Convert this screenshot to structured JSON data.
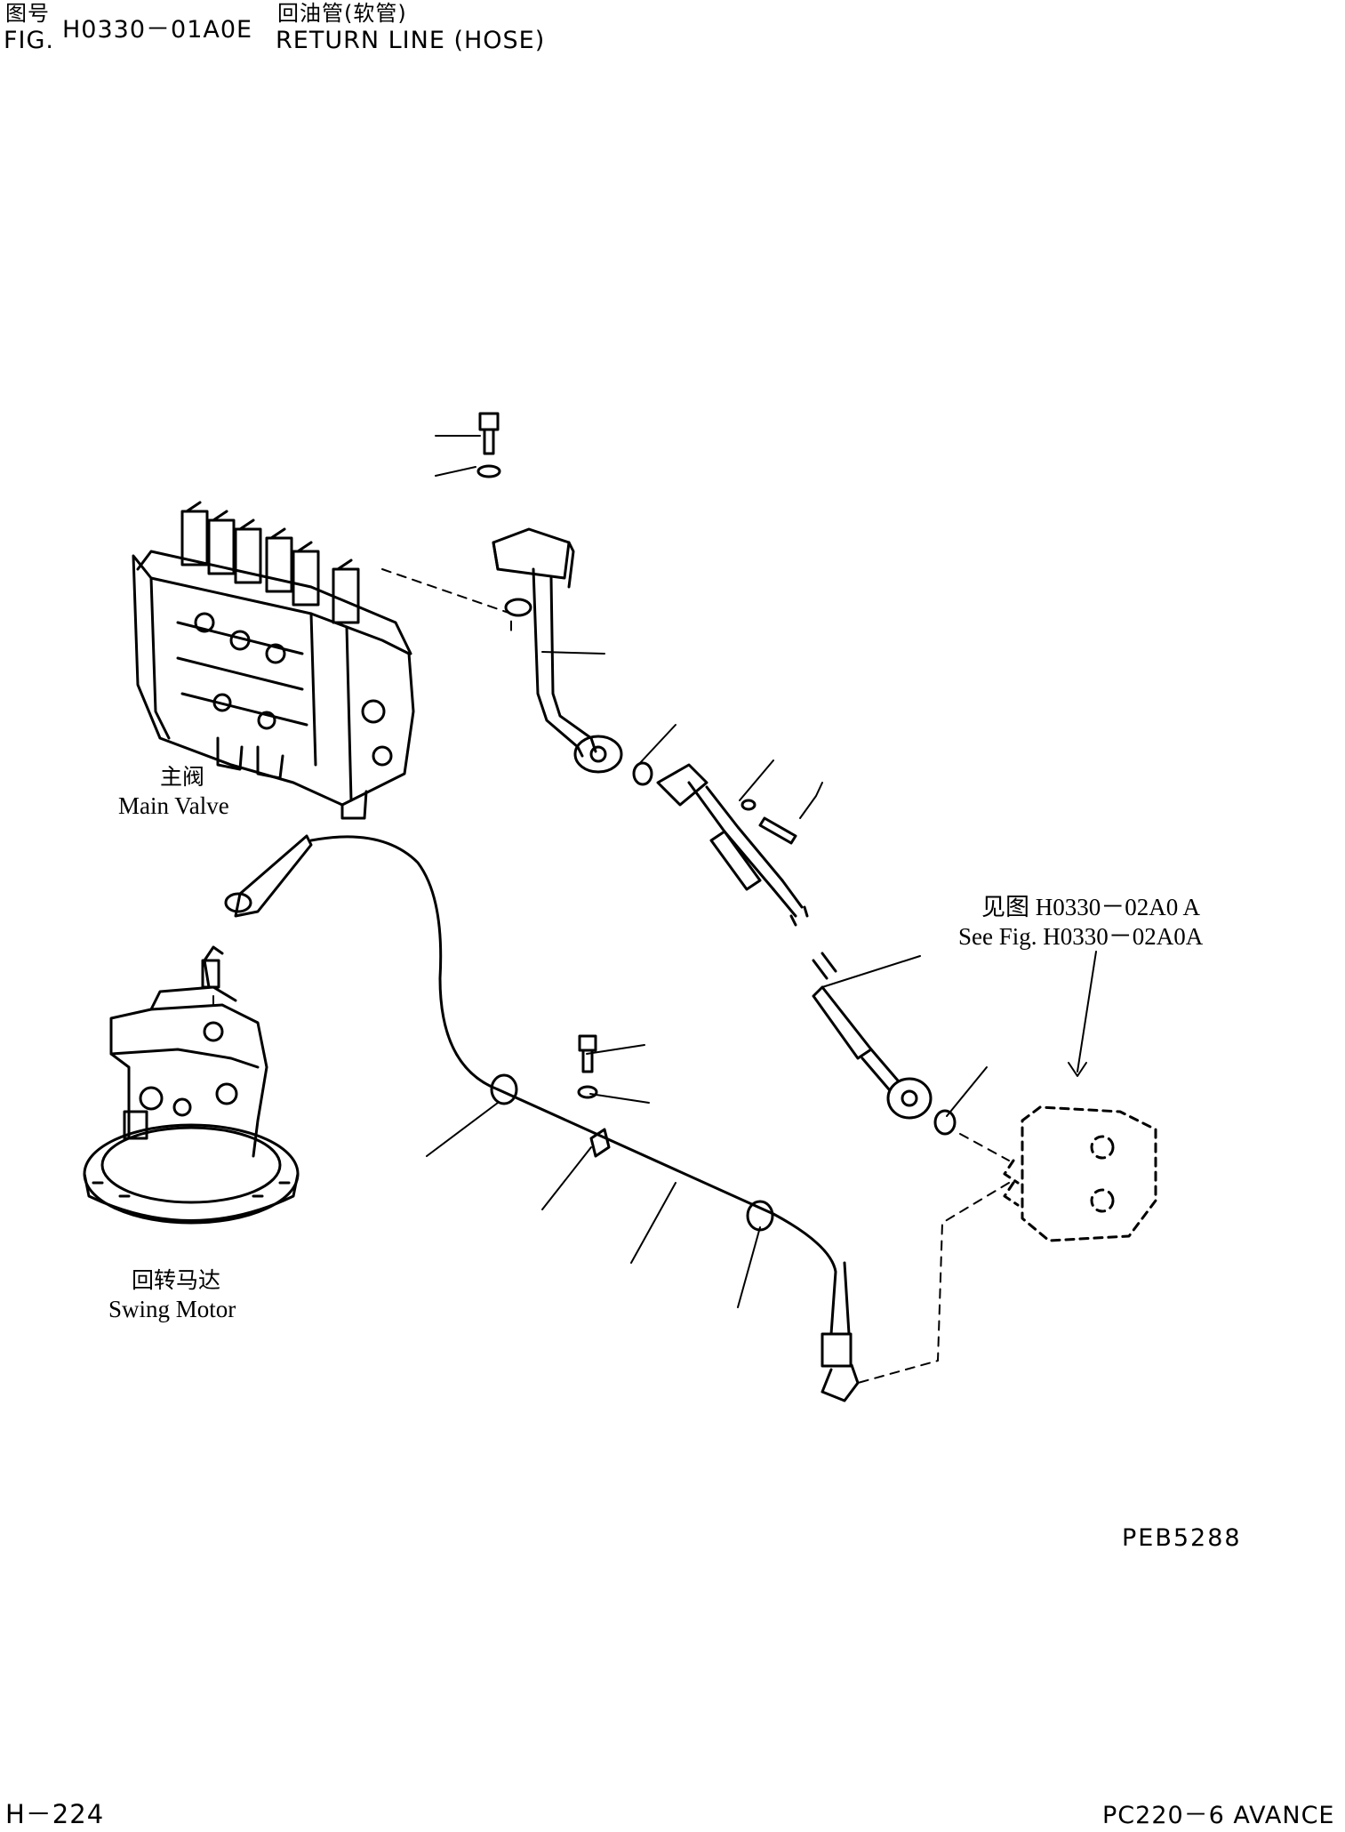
{
  "header": {
    "fig_label_cn": "图号",
    "fig_label_en": "FIG.",
    "fig_number": "H0330－01A0E",
    "title_cn": "回油管(软管)",
    "title_en": "RETURN LINE (HOSE)"
  },
  "labels": {
    "main_valve_cn": "主阀",
    "main_valve_en": "Main Valve",
    "swing_motor_cn": "回转马达",
    "swing_motor_en": "Swing Motor",
    "ref_cn": "见图 H0330－02A0 A",
    "ref_en": "See Fig. H0330－02A0A",
    "drawing_code": "PEB5288"
  },
  "footer": {
    "page": "H－224",
    "model": "PC220－6 AVANCE"
  }
}
